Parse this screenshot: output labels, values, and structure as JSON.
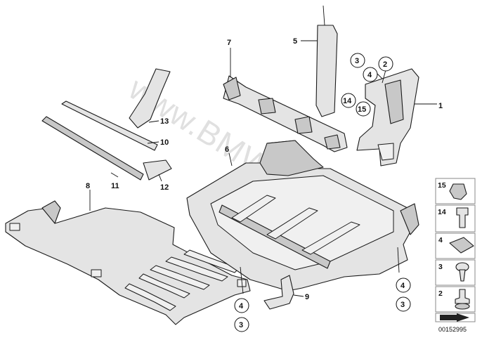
{
  "watermark": "www.BMWstore.pl",
  "diagram_id": "00152995",
  "callouts": {
    "c1": "1",
    "c2": "2",
    "c3": "3",
    "c4": "4",
    "c5": "5",
    "c6": "6",
    "c7": "7",
    "c8": "8",
    "c9": "9",
    "c10": "10",
    "c11": "11",
    "c12": "12",
    "c13": "13",
    "c14": "14",
    "c15": "15",
    "c4b": "4",
    "c3b": "3",
    "c4c": "4",
    "c3c": "3"
  },
  "legend": {
    "items": [
      "15",
      "14",
      "4",
      "3",
      "2"
    ]
  }
}
